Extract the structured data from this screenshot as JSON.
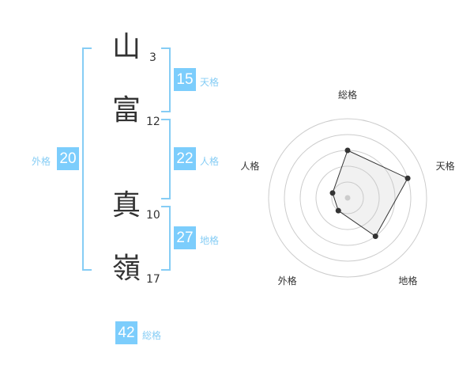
{
  "name": [
    {
      "char": "山",
      "strokes": "3"
    },
    {
      "char": "富",
      "strokes": "12"
    },
    {
      "char": "真",
      "strokes": "10"
    },
    {
      "char": "嶺",
      "strokes": "17"
    }
  ],
  "kaku": {
    "tenkaku": {
      "value": "15",
      "label": "天格"
    },
    "jinkaku": {
      "value": "22",
      "label": "人格"
    },
    "chikaku": {
      "value": "27",
      "label": "地格"
    },
    "gaikaku": {
      "value": "20",
      "label": "外格"
    },
    "soukaku": {
      "value": "42",
      "label": "総格"
    }
  },
  "colors": {
    "accent": "#7ccdfc",
    "label": "#86cdf5"
  },
  "chart_data": {
    "type": "radar",
    "axes": [
      "総格",
      "天格",
      "地格",
      "外格",
      "人格"
    ],
    "values": [
      3,
      4,
      3,
      1,
      1
    ],
    "max": 5,
    "rings": 5
  }
}
